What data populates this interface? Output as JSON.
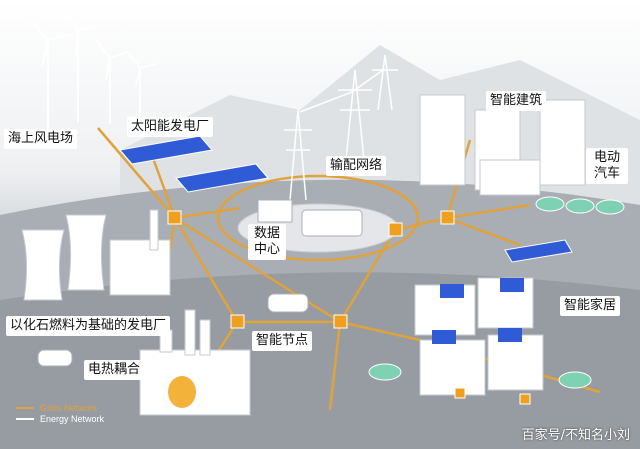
{
  "labels": {
    "offshore_wind": "海上风电场",
    "solar_plant": "太阳能发电厂",
    "transmission": "输配网络",
    "smart_building": "智能建筑",
    "ev": "电动汽车",
    "data_center": "数据中心",
    "fossil_plant": "以化石燃料为基础的发电厂",
    "smart_node": "智能节点",
    "smart_home": "智能家居",
    "chp": "电热耦合"
  },
  "legend": {
    "grid": "Grids Network",
    "energy": "Energy Network"
  },
  "watermark": "百家号/不知名小刘",
  "colors": {
    "network_line": "#e0a23a",
    "energy_line": "#ffffff",
    "node": "#f0a020",
    "solar": "#2f5bd6"
  }
}
